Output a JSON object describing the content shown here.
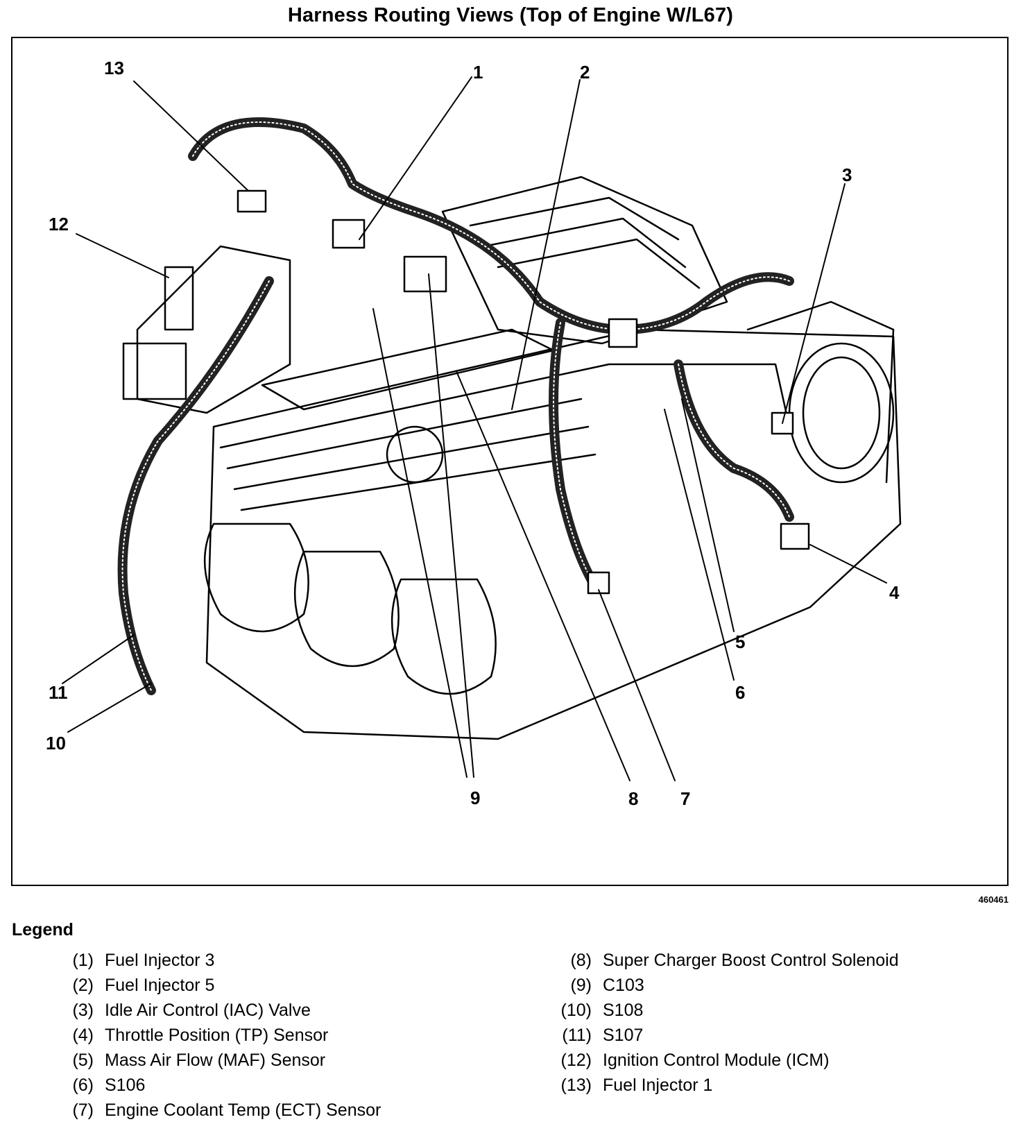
{
  "title": "Harness Routing Views (Top of Engine W/L67)",
  "figure_number": "460461",
  "callouts": [
    "13",
    "1",
    "2",
    "3",
    "12",
    "4",
    "5",
    "6",
    "11",
    "10",
    "9",
    "8",
    "7"
  ],
  "legend": {
    "heading": "Legend",
    "left": [
      {
        "num": "(1)",
        "label": "Fuel Injector 3"
      },
      {
        "num": "(2)",
        "label": "Fuel Injector 5"
      },
      {
        "num": "(3)",
        "label": "Idle Air Control (IAC) Valve"
      },
      {
        "num": "(4)",
        "label": "Throttle Position (TP) Sensor"
      },
      {
        "num": "(5)",
        "label": "Mass Air Flow (MAF) Sensor"
      },
      {
        "num": "(6)",
        "label": "S106"
      },
      {
        "num": "(7)",
        "label": "Engine Coolant Temp (ECT) Sensor"
      }
    ],
    "right": [
      {
        "num": "(8)",
        "label": "Super Charger Boost Control Solenoid"
      },
      {
        "num": "(9)",
        "label": "C103"
      },
      {
        "num": "(10)",
        "label": "S108"
      },
      {
        "num": "(11)",
        "label": "S107"
      },
      {
        "num": "(12)",
        "label": "Ignition Control Module (ICM)"
      },
      {
        "num": "(13)",
        "label": "Fuel Injector 1"
      }
    ]
  }
}
